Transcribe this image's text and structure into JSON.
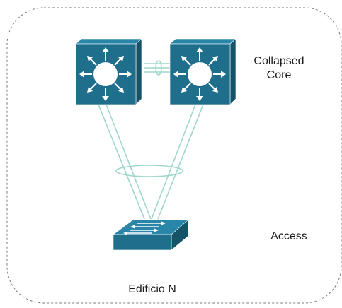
{
  "diagram": {
    "core_label_line1": "Collapsed",
    "core_label_line2": "Core",
    "access_label": "Access",
    "building_label": "Edificio N",
    "nodes": [
      {
        "id": "core-switch-1",
        "kind": "layer3-switch"
      },
      {
        "id": "core-switch-2",
        "kind": "layer3-switch"
      },
      {
        "id": "access-switch",
        "kind": "layer2-switch"
      }
    ],
    "links": [
      {
        "from": "core-switch-1",
        "to": "core-switch-2",
        "bundle": "etherchannel"
      },
      {
        "from": "core-switch-1",
        "to": "access-switch",
        "bundle": "etherchannel"
      },
      {
        "from": "core-switch-2",
        "to": "access-switch",
        "bundle": "etherchannel"
      }
    ],
    "colors": {
      "switch_fill": "#1f6e8c",
      "switch_top": "#2a86a8",
      "switch_side": "#155468",
      "link": "#9fd7cc",
      "container_border": "#7a7a7a"
    }
  }
}
